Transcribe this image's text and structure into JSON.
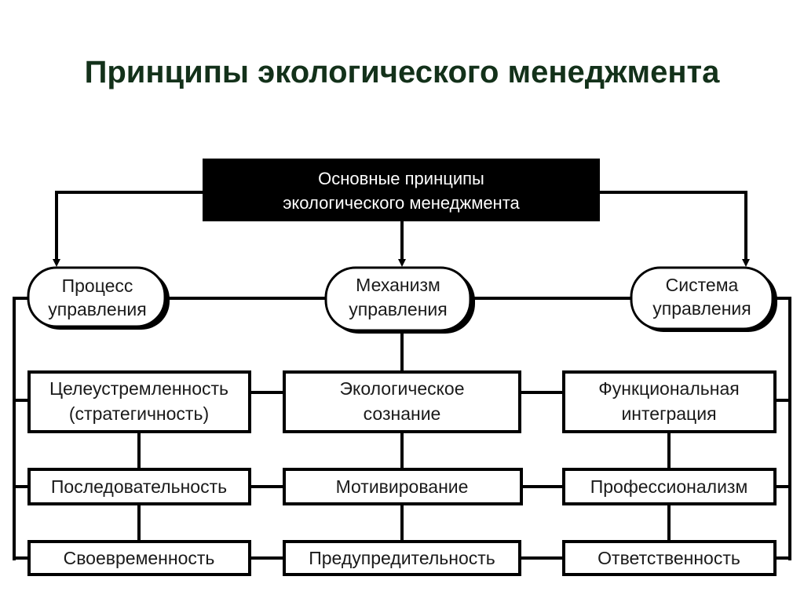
{
  "title": "Принципы экологического менеджмента",
  "root": {
    "line1": "Основные принципы",
    "line2": "экологического менеджмента"
  },
  "categories": [
    {
      "line1": "Процесс",
      "line2": "управления"
    },
    {
      "line1": "Механизм",
      "line2": "управления"
    },
    {
      "line1": "Система",
      "line2": "управления"
    }
  ],
  "principles": [
    [
      {
        "line1": "Целеустремленность",
        "line2": "(стратегичность)"
      },
      {
        "line1": "Последовательность"
      },
      {
        "line1": "Своевременность"
      }
    ],
    [
      {
        "line1": "Экологическое",
        "line2": "сознание"
      },
      {
        "line1": "Мотивирование"
      },
      {
        "line1": "Предупредительность"
      }
    ],
    [
      {
        "line1": "Функциональная",
        "line2": "интеграция"
      },
      {
        "line1": "Профессионализм"
      },
      {
        "line1": "Ответственность"
      }
    ]
  ]
}
